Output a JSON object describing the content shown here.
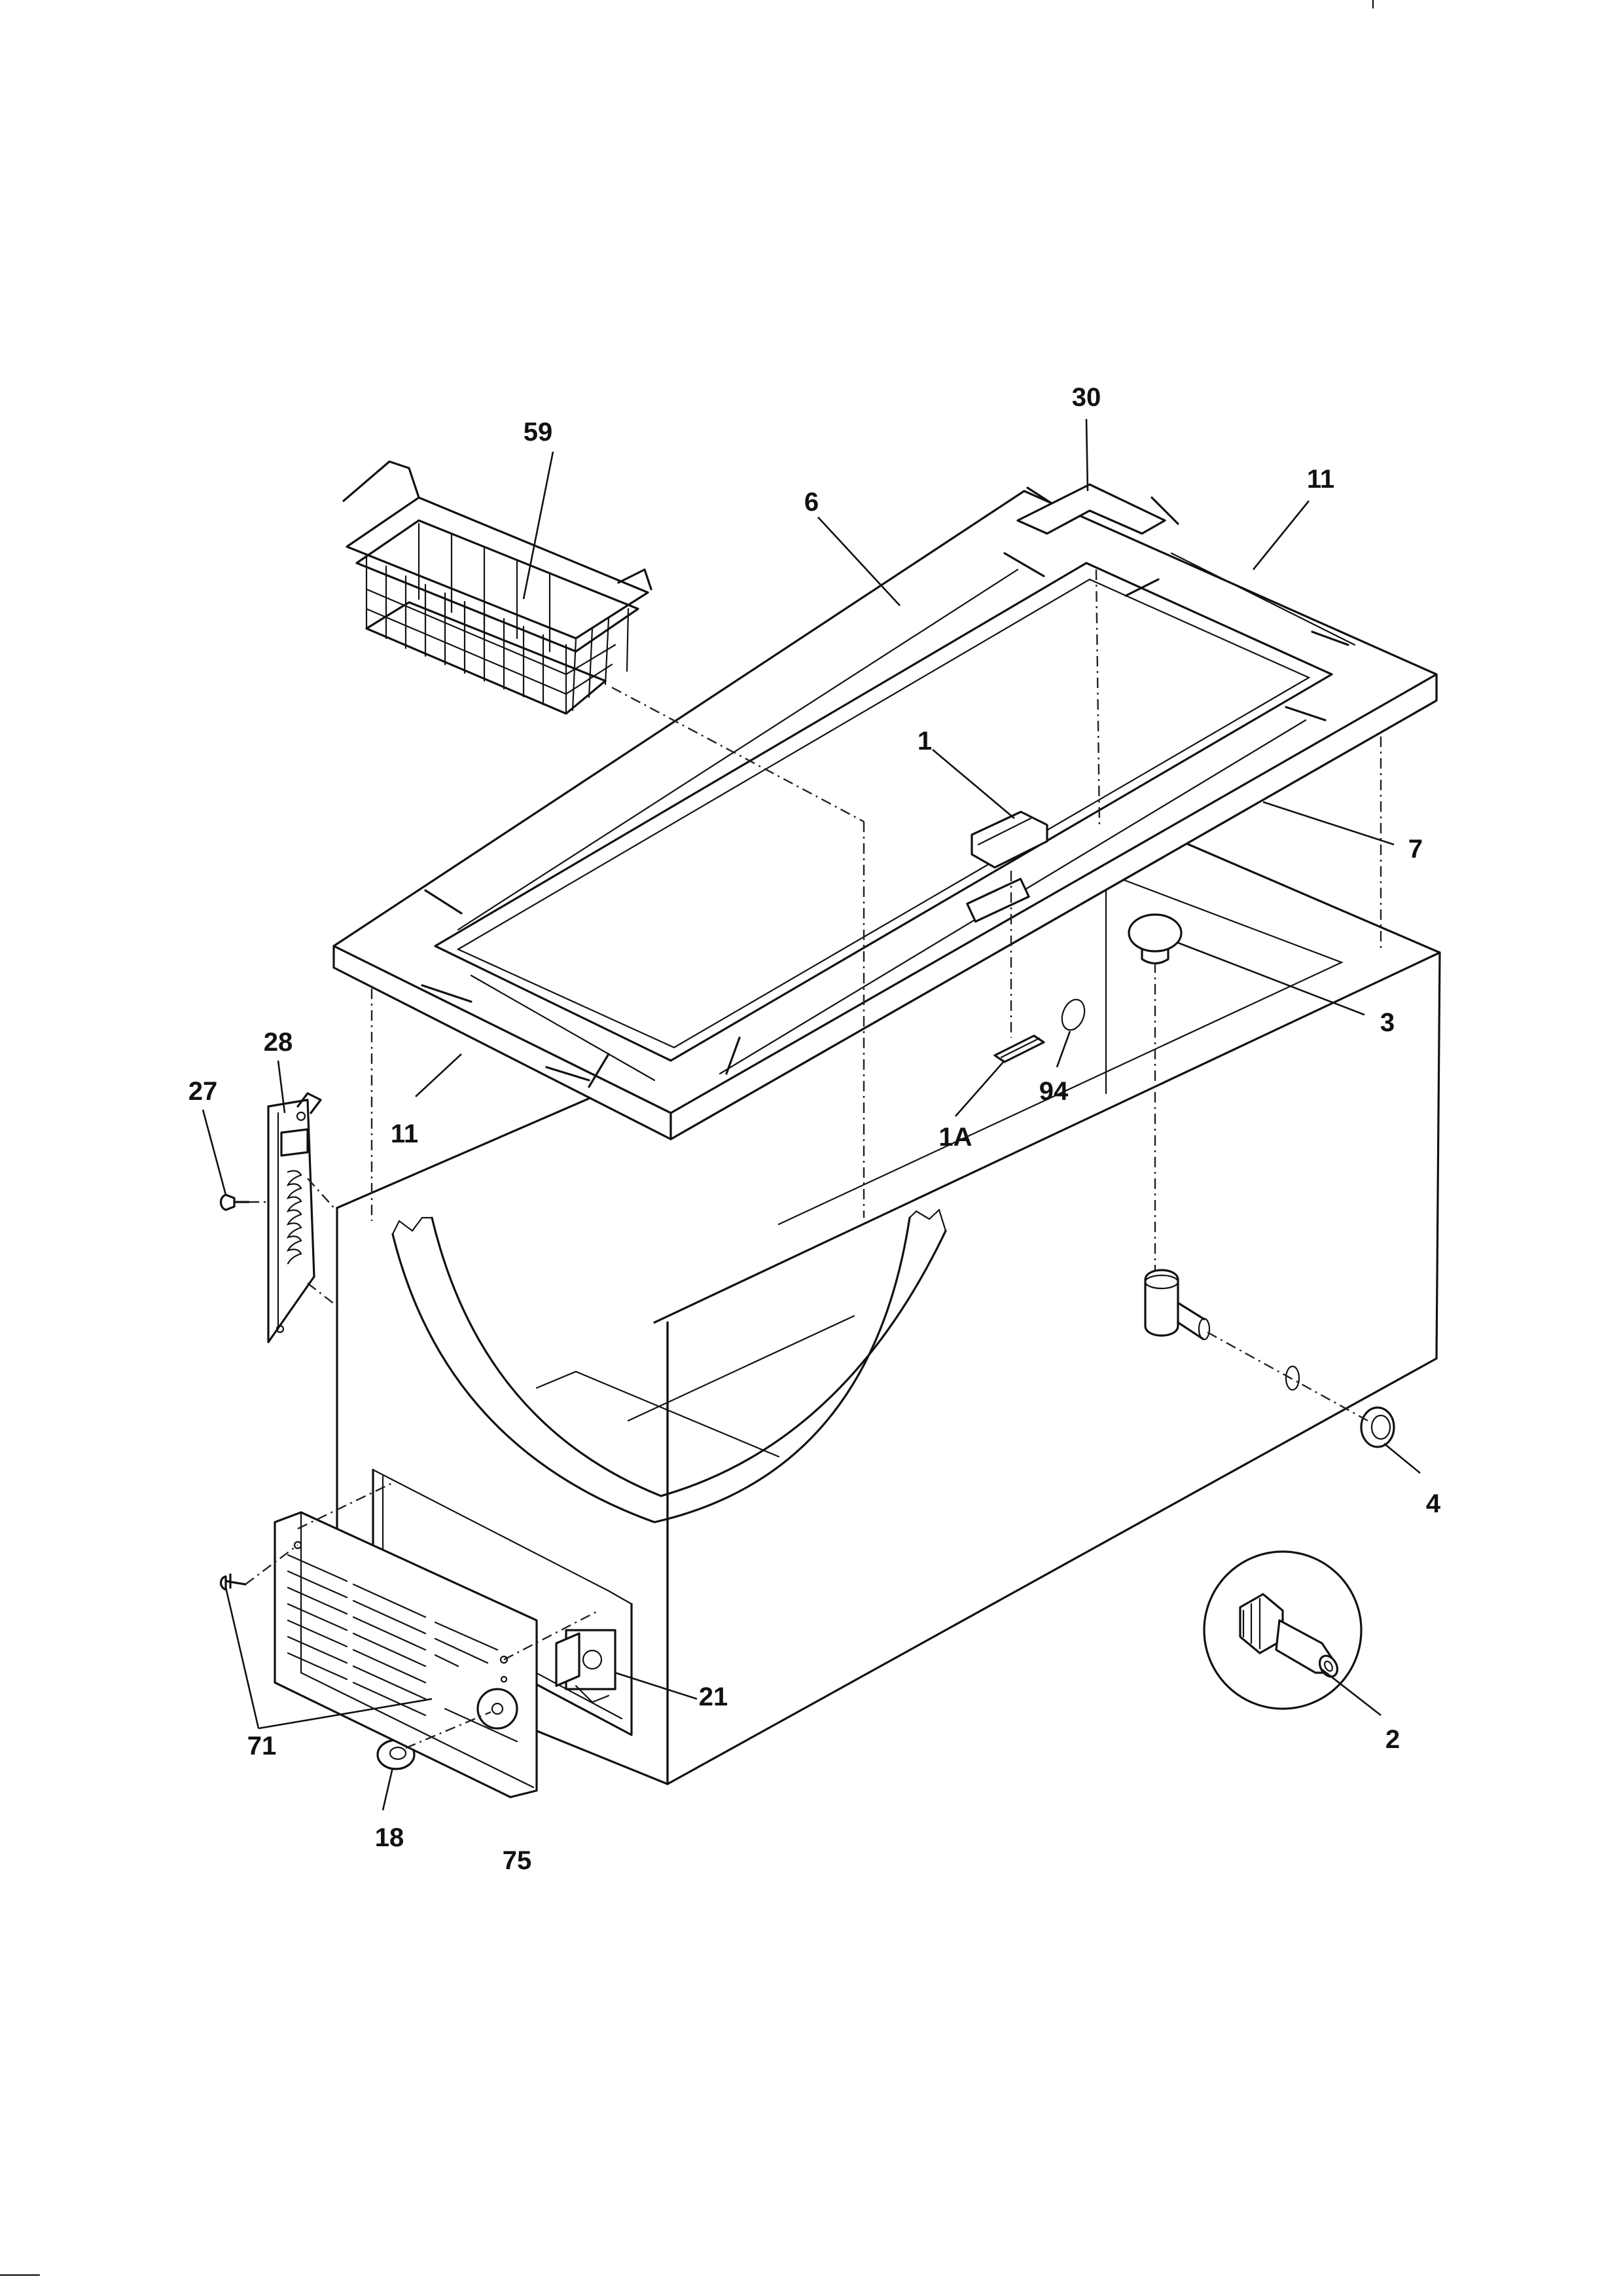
{
  "callouts": [
    {
      "id": "c-59",
      "text": "59"
    },
    {
      "id": "c-30",
      "text": "30"
    },
    {
      "id": "c-6",
      "text": "6"
    },
    {
      "id": "c-11a",
      "text": "11"
    },
    {
      "id": "c-1",
      "text": "1"
    },
    {
      "id": "c-7",
      "text": "7"
    },
    {
      "id": "c-3",
      "text": "3"
    },
    {
      "id": "c-28",
      "text": "28"
    },
    {
      "id": "c-27",
      "text": "27"
    },
    {
      "id": "c-11b",
      "text": "11"
    },
    {
      "id": "c-1A",
      "text": "1A"
    },
    {
      "id": "c-94",
      "text": "94"
    },
    {
      "id": "c-4",
      "text": "4"
    },
    {
      "id": "c-2",
      "text": "2"
    },
    {
      "id": "c-21",
      "text": "21"
    },
    {
      "id": "c-71",
      "text": "71"
    },
    {
      "id": "c-18",
      "text": "18"
    },
    {
      "id": "c-75",
      "text": "75"
    }
  ]
}
